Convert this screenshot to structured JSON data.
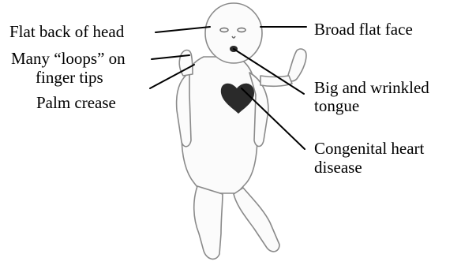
{
  "labels": {
    "flat_back_of_head": "Flat back of head",
    "many_loops_line1": "Many “loops” on",
    "many_loops_line2": "finger tips",
    "palm_crease": "Palm crease",
    "broad_flat_face": "Broad flat face",
    "big_tongue_line1": "Big and wrinkled",
    "big_tongue_line2": "tongue",
    "heart_line1": "Congenital heart",
    "heart_line2": "disease"
  },
  "colors": {
    "text": "#000000",
    "leader_line": "#000000",
    "heart": "#2a2a2a",
    "body_outline": "#8a8a8a"
  }
}
